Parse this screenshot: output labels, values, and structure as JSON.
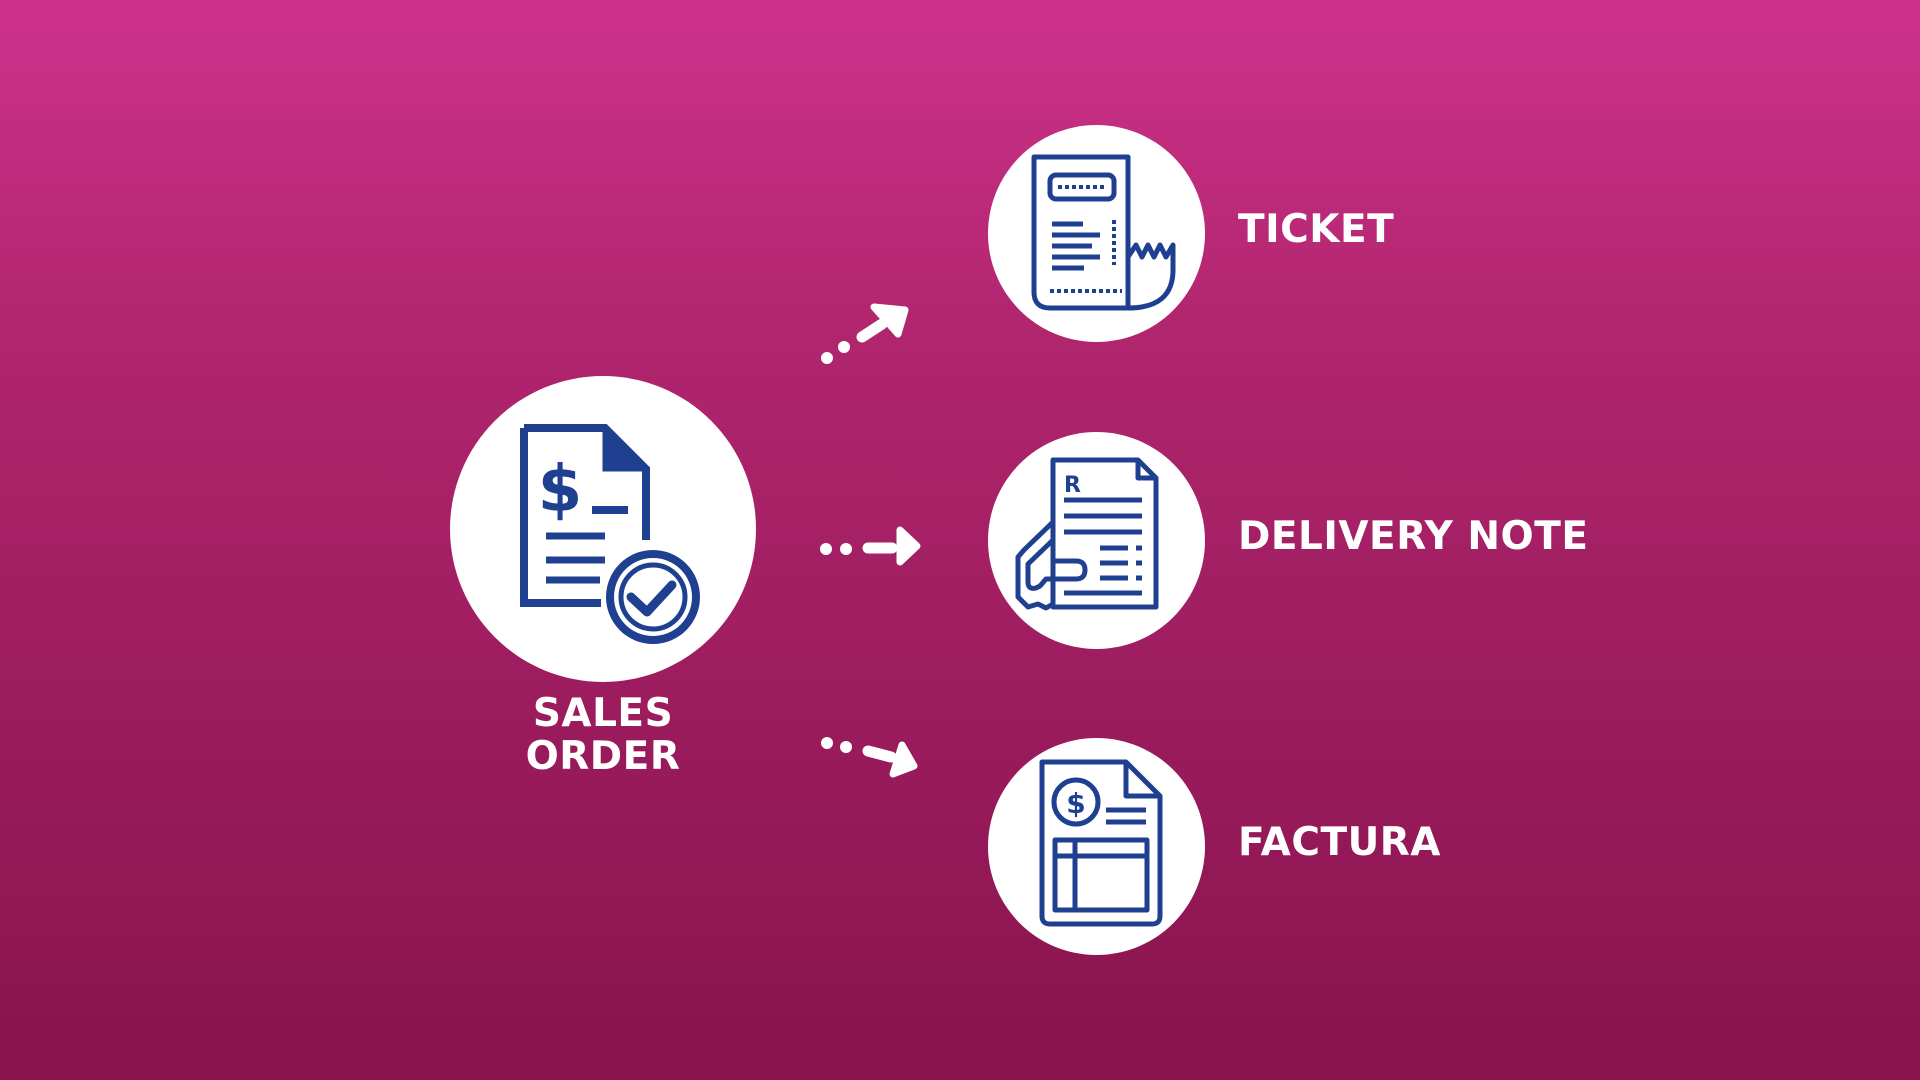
{
  "source": {
    "label_line1": "SALES",
    "label_line2": "ORDER",
    "icon": "sales-order-document-check-icon"
  },
  "targets": [
    {
      "label": "TICKET",
      "icon": "receipt-ticket-icon"
    },
    {
      "label": "DELIVERY NOTE",
      "icon": "hand-delivery-note-icon"
    },
    {
      "label": "FACTURA",
      "icon": "invoice-dollar-icon"
    }
  ],
  "colors": {
    "background_top": "#CE318B",
    "background_bottom": "#88134D",
    "circle_fill": "#FFFFFF",
    "icon_stroke": "#1F3F91",
    "label_text": "#FFFFFF",
    "arrow": "#FFFFFF"
  }
}
